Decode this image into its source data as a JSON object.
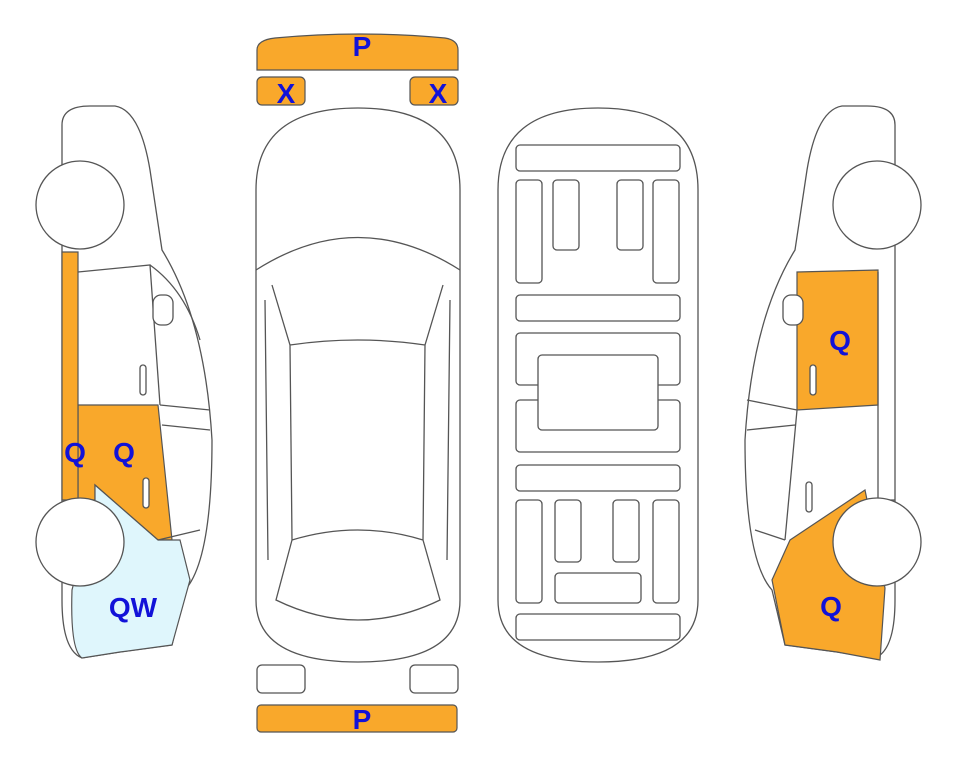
{
  "colors": {
    "damage_primary": "#F9A82B",
    "damage_secondary": "#DFF6FC",
    "label": "#1212D8",
    "outline": "#555555"
  },
  "views": {
    "left_side": {
      "labels": [
        "Q",
        "Q",
        "QW"
      ]
    },
    "top": {
      "front_bumper": "P",
      "front_left_light": "X",
      "front_right_light": "X",
      "rear_bumper": "P"
    },
    "underside": {},
    "right_side": {
      "labels": [
        "Q",
        "Q"
      ]
    }
  }
}
